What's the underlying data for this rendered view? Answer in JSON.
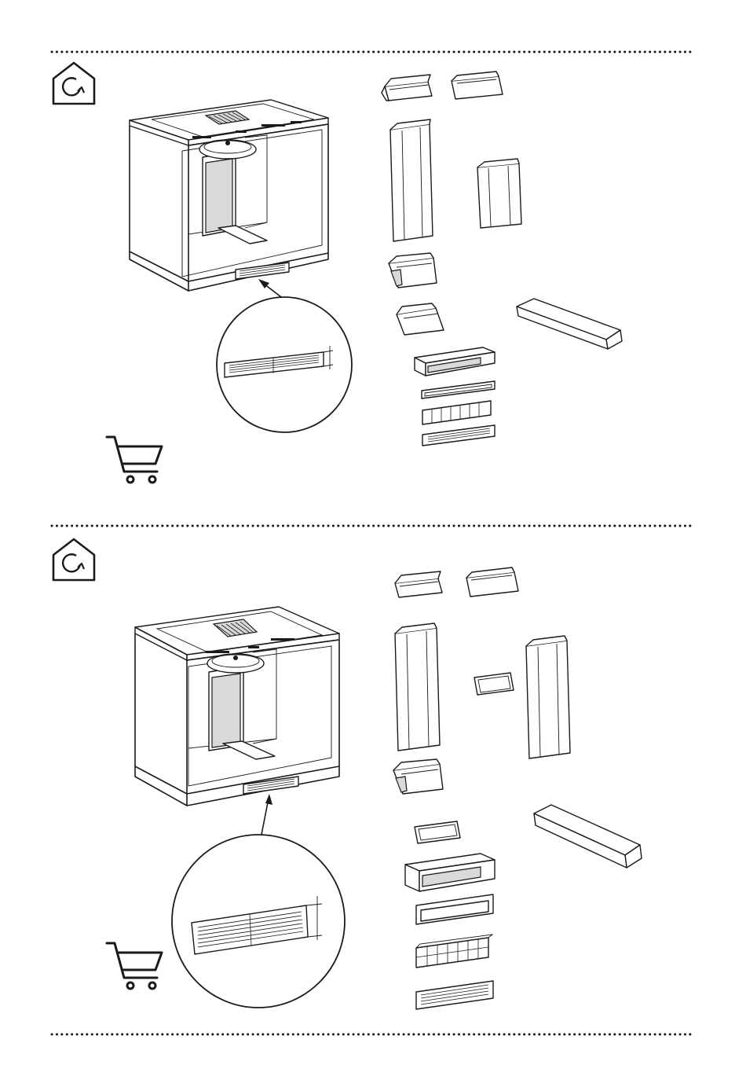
{
  "sections": [
    {
      "id": "section-1",
      "icons": [
        "home-recirculation-icon",
        "shopping-cart-icon"
      ],
      "accessories": [
        "duct-elbow",
        "duct-connector",
        "duct-straight-long",
        "duct-straight-short",
        "duct-bend-90",
        "duct-bend-flat",
        "flat-duct-pipe",
        "plinth-box",
        "plinth-frame",
        "filter-cartridge",
        "plinth-grille"
      ]
    },
    {
      "id": "section-2",
      "icons": [
        "home-recirculation-icon",
        "shopping-cart-icon"
      ],
      "accessories": [
        "duct-elbow",
        "duct-connector",
        "duct-straight-long",
        "duct-coupler",
        "duct-straight-long",
        "duct-bend-90",
        "duct-small-connector",
        "flat-duct-pipe",
        "plinth-box",
        "plinth-frame",
        "filter-cartridge",
        "plinth-grille"
      ]
    }
  ],
  "colors": {
    "line": "#1a1a1a",
    "background": "#ffffff",
    "shade": "#d9d9d9"
  }
}
